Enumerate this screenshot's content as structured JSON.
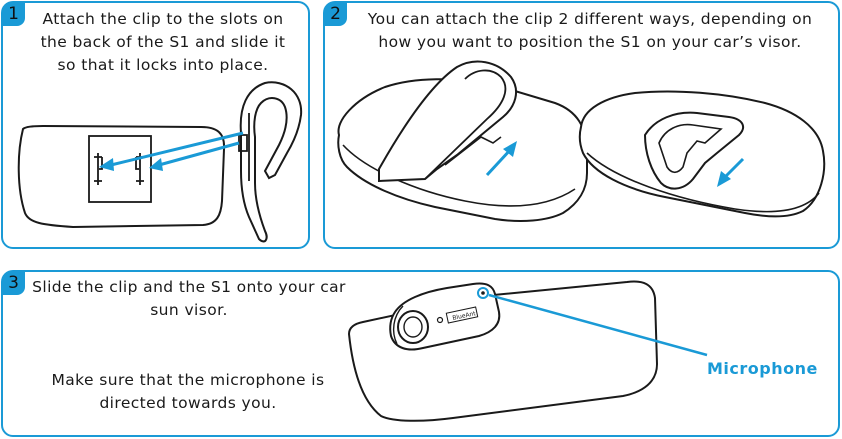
{
  "steps": [
    {
      "number": "1",
      "text": "Attach the clip to the slots on the back of the S1 and slide it so that it locks into place."
    },
    {
      "number": "2",
      "text": "You can attach the clip 2 different ways, depending on how you want to position the S1 on your car’s visor."
    },
    {
      "number": "3",
      "text": "Slide the clip and the S1 onto your car sun visor.",
      "note": "Make sure that the microphone is directed towards you."
    }
  ],
  "callout": {
    "label": "Microphone"
  },
  "device_logo": "BlueAnt",
  "colors": {
    "accent": "#1a9ad6",
    "line": "#1a1a1a"
  }
}
